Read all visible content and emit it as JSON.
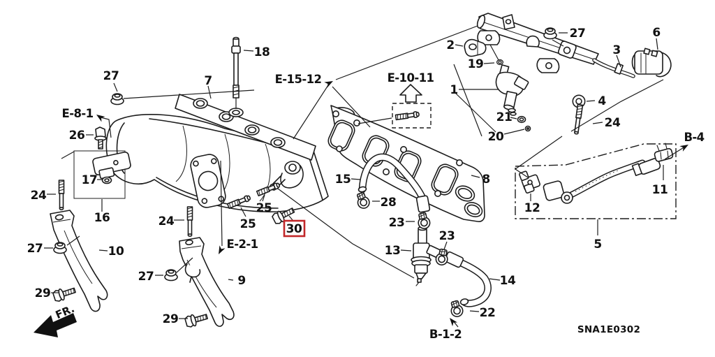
{
  "diagram": {
    "code": "SNA1E0302",
    "fr": "FR.",
    "background": "#ffffff",
    "line_color": "#1c1c1c",
    "highlight_color": "#c2282a"
  },
  "callouts": [
    {
      "n": "18"
    },
    {
      "n": "27"
    },
    {
      "n": "7"
    },
    {
      "n": "26"
    },
    {
      "n": "17"
    },
    {
      "n": "16"
    },
    {
      "n": "24"
    },
    {
      "n": "27"
    },
    {
      "n": "10"
    },
    {
      "n": "29"
    },
    {
      "n": "24"
    },
    {
      "n": "27"
    },
    {
      "n": "25"
    },
    {
      "n": "25"
    },
    {
      "n": "9"
    },
    {
      "n": "29"
    },
    {
      "n": "30"
    },
    {
      "n": "15"
    },
    {
      "n": "8"
    },
    {
      "n": "28"
    },
    {
      "n": "23"
    },
    {
      "n": "23"
    },
    {
      "n": "13"
    },
    {
      "n": "14"
    },
    {
      "n": "22"
    },
    {
      "n": "2"
    },
    {
      "n": "19"
    },
    {
      "n": "1"
    },
    {
      "n": "21"
    },
    {
      "n": "20"
    },
    {
      "n": "27"
    },
    {
      "n": "3"
    },
    {
      "n": "6"
    },
    {
      "n": "4"
    },
    {
      "n": "24"
    },
    {
      "n": "11"
    },
    {
      "n": "12"
    },
    {
      "n": "5"
    }
  ],
  "refs": [
    {
      "n": "E-8-1"
    },
    {
      "n": "E-15-12"
    },
    {
      "n": "E-10-11"
    },
    {
      "n": "E-2-1"
    },
    {
      "n": "B-4"
    },
    {
      "n": "B-1-2"
    }
  ]
}
